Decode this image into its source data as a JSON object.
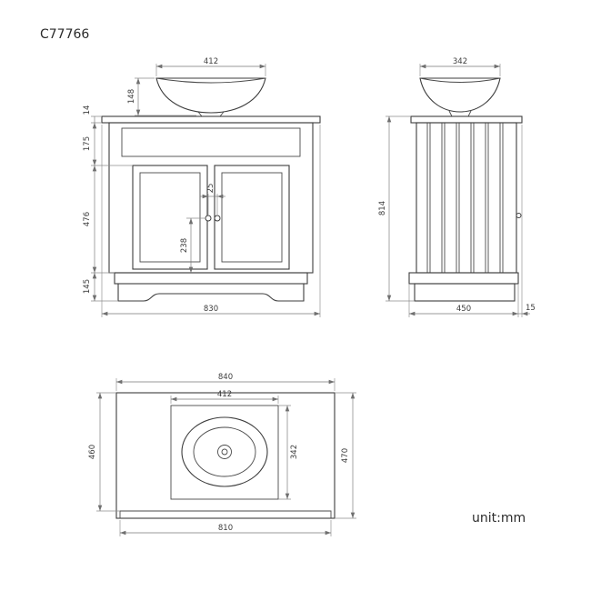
{
  "page": {
    "title": "C77766",
    "unit_label": "unit:mm"
  },
  "front_view": {
    "dims": {
      "basin_width": "412",
      "basin_height": "148",
      "countertop_thickness": "14",
      "top_frame_height": "175",
      "door_height": "476",
      "plinth_height": "145",
      "knob_spacing": "25",
      "knob_to_plinth": "238",
      "overall_width": "830"
    }
  },
  "side_view": {
    "dims": {
      "basin_depth": "342",
      "overall_height": "814",
      "cabinet_depth": "450",
      "countertop_overhang": "15"
    }
  },
  "top_view": {
    "dims": {
      "countertop_width": "840",
      "basin_cutout_width": "412",
      "countertop_depth": "460",
      "basin_cutout_depth": "342",
      "overall_depth": "470",
      "cabinet_width": "810"
    }
  }
}
